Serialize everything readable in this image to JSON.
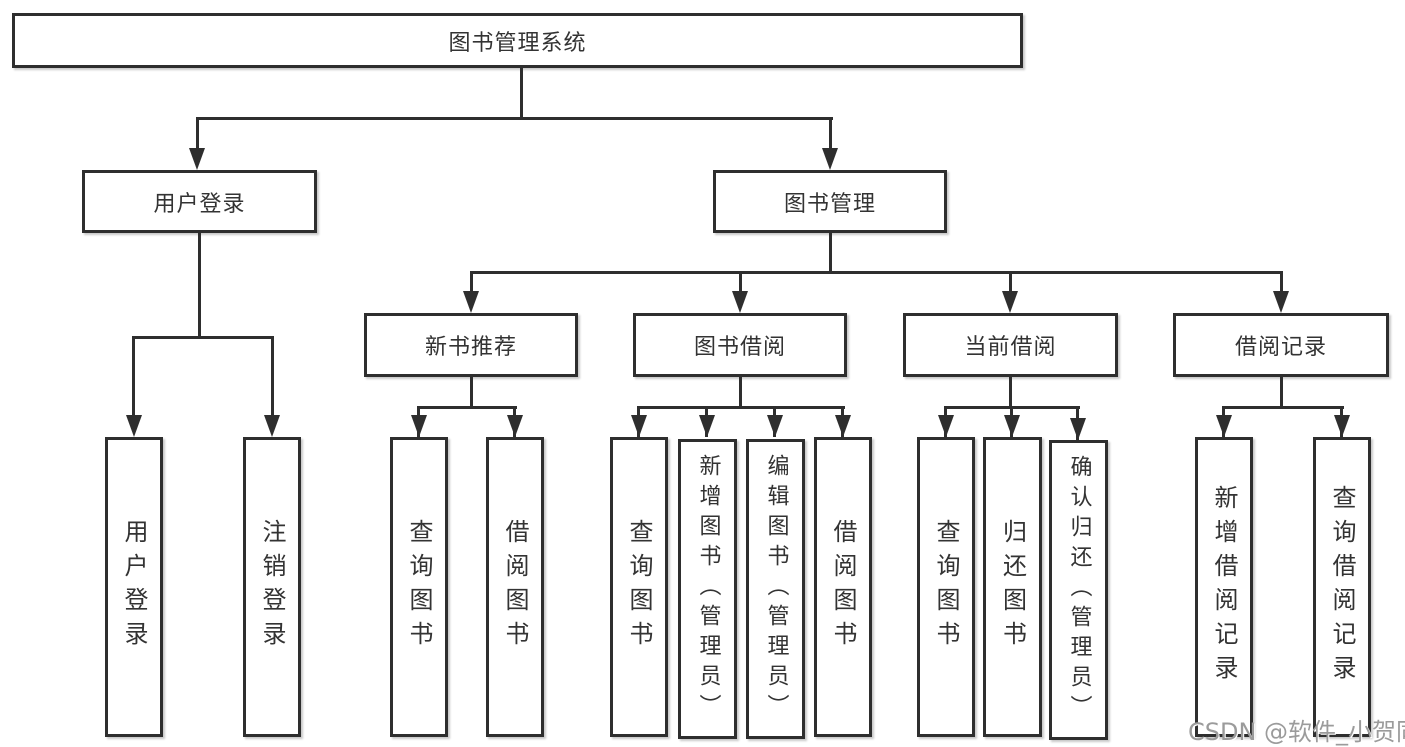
{
  "colors": {
    "background": "#ffffff",
    "box_border": "#2e2e2e",
    "connector_line": "#2e2e2e",
    "text": "#333333",
    "watermark_text": "#9b9b9b"
  },
  "watermark": {
    "text": "CSDN @软件_小贺同学"
  },
  "diagram": {
    "root": {
      "label": "图书管理系统"
    },
    "level2": [
      {
        "label": "用户登录",
        "children": [
          {
            "label": "用户登录"
          },
          {
            "label": "注销登录"
          }
        ]
      },
      {
        "label": "图书管理",
        "children": [
          {
            "label": "新书推荐",
            "children": [
              {
                "label": "查询图书"
              },
              {
                "label": "借阅图书"
              }
            ]
          },
          {
            "label": "图书借阅",
            "children": [
              {
                "label": "查询图书"
              },
              {
                "label": "新增图书（管理员）"
              },
              {
                "label": "编辑图书（管理员）"
              },
              {
                "label": "借阅图书"
              }
            ]
          },
          {
            "label": "当前借阅",
            "children": [
              {
                "label": "查询图书"
              },
              {
                "label": "归还图书"
              },
              {
                "label": "确认归还（管理员）"
              }
            ]
          },
          {
            "label": "借阅记录",
            "children": [
              {
                "label": "新增借阅记录"
              },
              {
                "label": "查询借阅记录"
              }
            ]
          }
        ]
      }
    ]
  }
}
